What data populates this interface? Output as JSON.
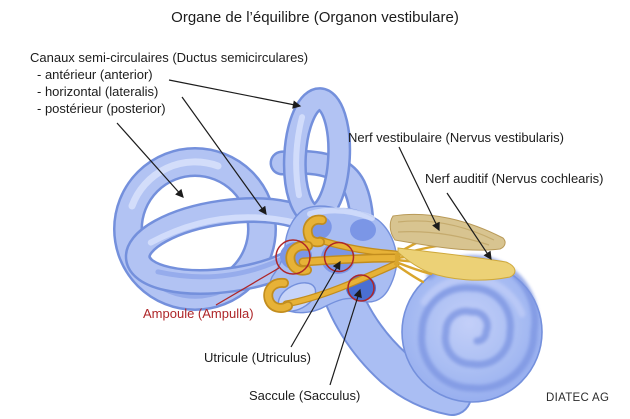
{
  "title": "Organe de l’équilibre (Organon vestibulare)",
  "watermark": "DIATEC AG",
  "labels": {
    "canals_heading": "Canaux semi-circulaires (Ductus semicirculares)",
    "canal_items": [
      "- antérieur (anterior)",
      "- horizontal (lateralis)",
      "- postérieur (posterior)"
    ],
    "vestibular_nerve": "Nerf vestibulaire (Nervus vestibularis)",
    "auditory_nerve": "Nerf auditif (Nervus cochlearis)",
    "ampulla": "Ampoule (Ampulla)",
    "utricle": "Utricule (Utriculus)",
    "saccule": "Saccule (Sacculus)"
  },
  "colors": {
    "background": "#ffffff",
    "text": "#1c1c1c",
    "highlight_red": "#ae2629",
    "canal_fill": "#b2c3f3",
    "canal_outline": "#7490dc",
    "canal_highlight": "#d6e0fb",
    "canal_shade": "#8099e5",
    "vestibule_fill": "#a9bdf2",
    "inner_dark_blue": "#7b96e6",
    "deep_blue": "#4a6fd2",
    "window_fill": "#c7d4f8",
    "cochlea_light": "#c3cff8",
    "cochlea_mid": "#aabef3",
    "cochlea_deep": "#93abee",
    "cochlea_groove": "#7e96e2",
    "nerve_yellow": "#e7b237",
    "nerve_yellow_dark": "#c28d1e",
    "nerve_fiber": "#d9a52c",
    "nerve_tan": "#d8c490",
    "nerve_tan_edge": "#b99a58",
    "nerve_tan_streak": "#c5ab6e",
    "auditory_yellow": "#ecd176",
    "auditory_edge": "#cfa93c"
  }
}
